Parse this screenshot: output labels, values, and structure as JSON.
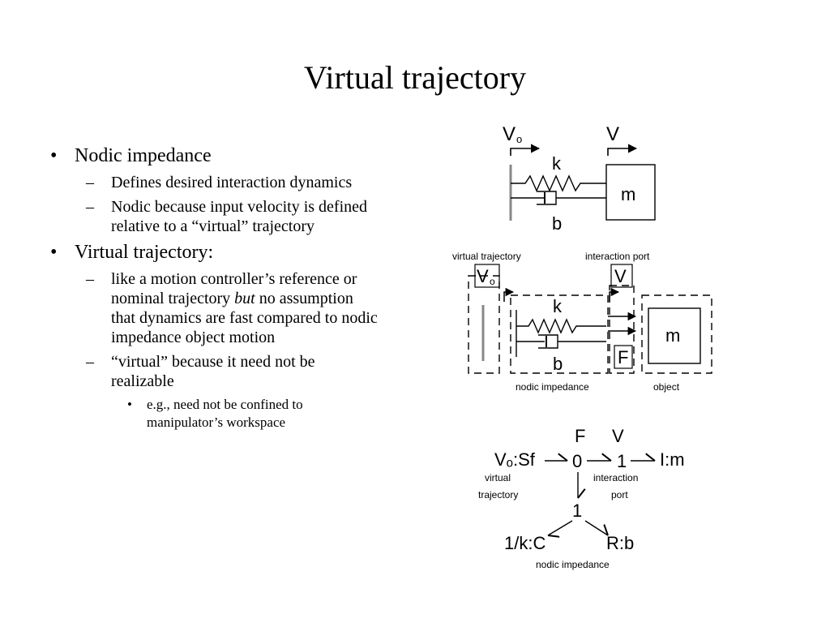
{
  "slide": {
    "title": "Virtual trajectory",
    "bullets": [
      {
        "text": "Nodic impedance",
        "subs": [
          {
            "text": "Defines desired interaction dynamics"
          },
          {
            "text": "Nodic because input velocity is defined relative to a “virtual” trajectory"
          }
        ]
      },
      {
        "text": "Virtual trajectory:",
        "subs": [
          {
            "before": "like a motion controller’s reference or nominal trajectory ",
            "emph": "but",
            "after": " no assumption that dynamics are fast compared to nodic impedance object motion"
          },
          {
            "text": "“virtual” because it need not be realizable"
          }
        ],
        "subsubs": [
          {
            "text": "e.g., need not be confined to manipulator’s workspace"
          }
        ]
      }
    ],
    "markers": {
      "l1": "•",
      "l2": "–",
      "l3": "•"
    }
  },
  "diagram1": {
    "v0_label": "V",
    "v0_sub": "o",
    "v_label": "V",
    "spring_label": "k",
    "damper_label": "b",
    "mass_label": "m"
  },
  "diagram2": {
    "vt_caption": "virtual trajectory",
    "port_caption": "interaction port",
    "v0_label": "V",
    "v0_sub": "o",
    "v_label": "V",
    "spring_label": "k",
    "damper_label": "b",
    "force_label": "F",
    "mass_label": "m",
    "nodic_caption": "nodic impedance",
    "object_caption": "object"
  },
  "diagram3": {
    "source": "Vₒ:Sf",
    "zero_junction": "0",
    "one_junction_top": "1",
    "inertia": "I:m",
    "force_label": "F",
    "velocity_label": "V",
    "vt_caption_line1": "virtual",
    "vt_caption_line2": "trajectory",
    "port_caption_line1": "interaction",
    "port_caption_line2": "port",
    "one_junction_bottom": "1",
    "capacitor": "1/k:C",
    "resistor": "R:b",
    "nodic_caption": "nodic impedance"
  }
}
